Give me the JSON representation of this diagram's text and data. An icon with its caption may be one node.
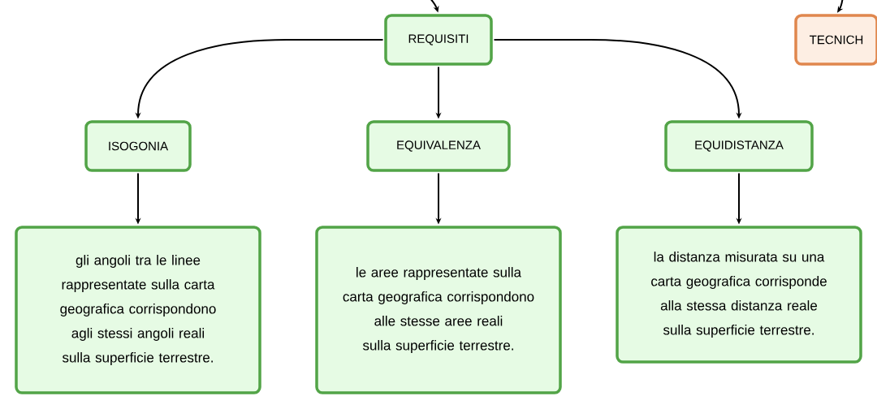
{
  "diagram": {
    "nodes": [
      {
        "text": [
          "REQUISITI"
        ]
      },
      {
        "text": [
          "TECNICH"
        ]
      },
      {
        "text": [
          "ISOGONIA"
        ]
      },
      {
        "text": [
          "EQUIVALENZA"
        ]
      },
      {
        "text": [
          "EQUIDISTANZA"
        ]
      },
      {
        "text": [
          "gli angoli tra le linee rappresentate sulla carta geografica corrispondono agli stessi angoli reali sulla superficie terrestre."
        ]
      },
      {
        "text": [
          "le aree rappresentate sulla carta geografica corrispondono alle stesse aree reali sulla superficie terrestre."
        ]
      },
      {
        "text": [
          "la distanza misurata su una carta geografica corrisponde alla stessa distanza reale sulla superficie terrestre."
        ]
      }
    ],
    "edges": [
      {
        "from": null,
        "to": 0,
        "arrow": "to"
      },
      {
        "from": null,
        "to": 1,
        "arrow": "to"
      },
      {
        "from": 0,
        "to": 2,
        "arrow": "to"
      },
      {
        "from": 0,
        "to": 3,
        "arrow": "to"
      },
      {
        "from": 0,
        "to": 4,
        "arrow": "to"
      },
      {
        "from": 2,
        "to": 5,
        "arrow": "to"
      },
      {
        "from": 3,
        "to": 6,
        "arrow": "to"
      },
      {
        "from": 4,
        "to": 7,
        "arrow": "to"
      }
    ]
  }
}
